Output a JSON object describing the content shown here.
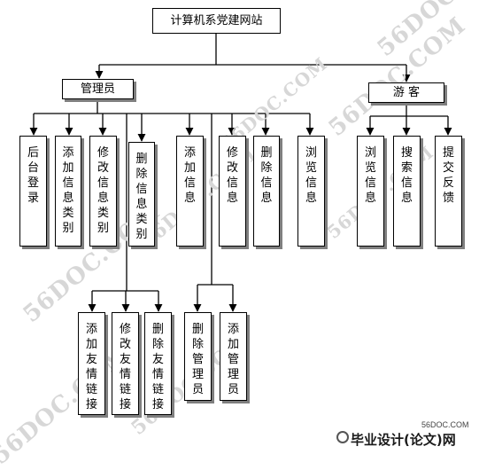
{
  "diagram": {
    "root": "计算机系党建网站",
    "admin": "管理员",
    "visitor": "游 客",
    "admin_functions": [
      "后台登录",
      "添加信息类别",
      "修改信息类别",
      "删除信息类别",
      "添加信息",
      "修改信息",
      "删除信息",
      "浏览信息"
    ],
    "link_functions": [
      "添加友情链接",
      "修改友情链接",
      "删除友情链接"
    ],
    "manager_functions": [
      "删除管理员",
      "添加管理员"
    ],
    "visitor_functions": [
      "浏览信息",
      "搜索信息",
      "提交反馈"
    ]
  },
  "watermark": {
    "text": "56DOC.COM",
    "logo_url": "56DOC.COM",
    "logo_text": "毕业设计(论文)网"
  }
}
